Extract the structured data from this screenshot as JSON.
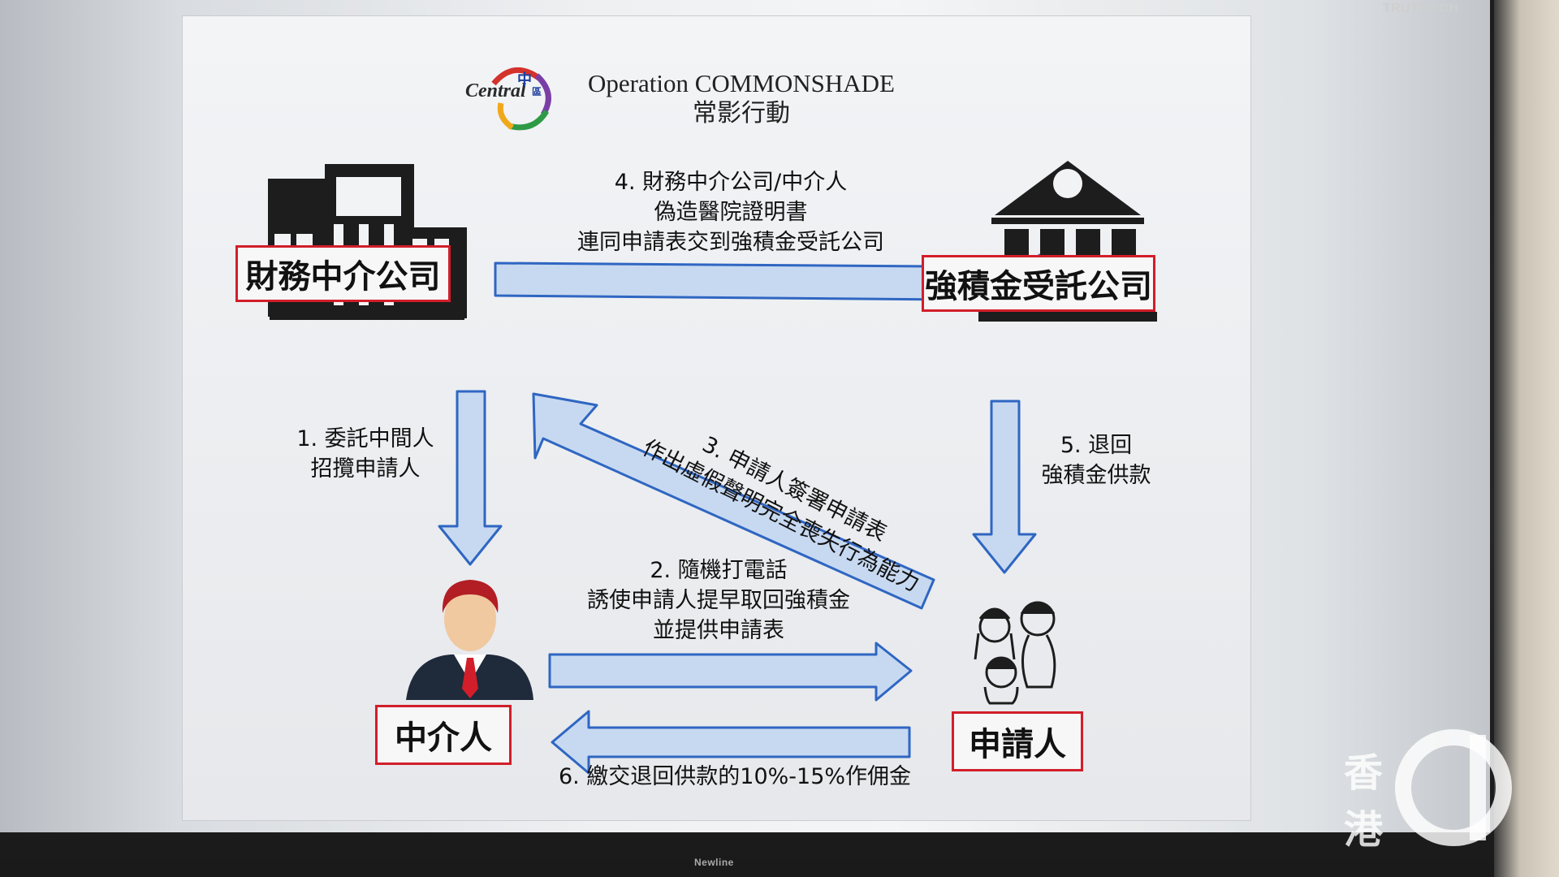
{
  "slide": {
    "title_en": "Operation COMMONSHADE",
    "title_zh": "常影行動",
    "logo_text_en": "Central",
    "logo_text_zh1": "中",
    "logo_text_zh2": "區"
  },
  "nodes": {
    "company": "財務中介公司",
    "trustee": "強積金受託公司",
    "agent": "中介人",
    "applicant": "申請人"
  },
  "steps": {
    "s1": [
      "1.  委託中間人",
      "招攬申請人"
    ],
    "s2": [
      "2.  隨機打電話",
      "誘使申請人提早取回強積金",
      "並提供申請表"
    ],
    "s3": [
      "3.  申請人簽署申請表",
      "作出虛假聲明完全喪失行為能力"
    ],
    "s4": [
      "4.  財務中介公司/中介人",
      "偽造醫院證明書",
      "連同申請表交到強積金受託公司"
    ],
    "s5": [
      "5.  退回",
      "強積金供款"
    ],
    "s6": "6.  繳交退回供款的10%-15%作佣金"
  },
  "display": {
    "brand": "TRUTOUCH",
    "bottom_brand": "Newline",
    "watermark_1": "香",
    "watermark_2": "港"
  },
  "icons": [
    "office-building-icon",
    "bank-icon",
    "businessman-icon",
    "family-icon"
  ],
  "colors": {
    "box_border": "#d21e2a",
    "arrow_fill": "#c7d9f1",
    "arrow_stroke": "#2f66c2"
  }
}
